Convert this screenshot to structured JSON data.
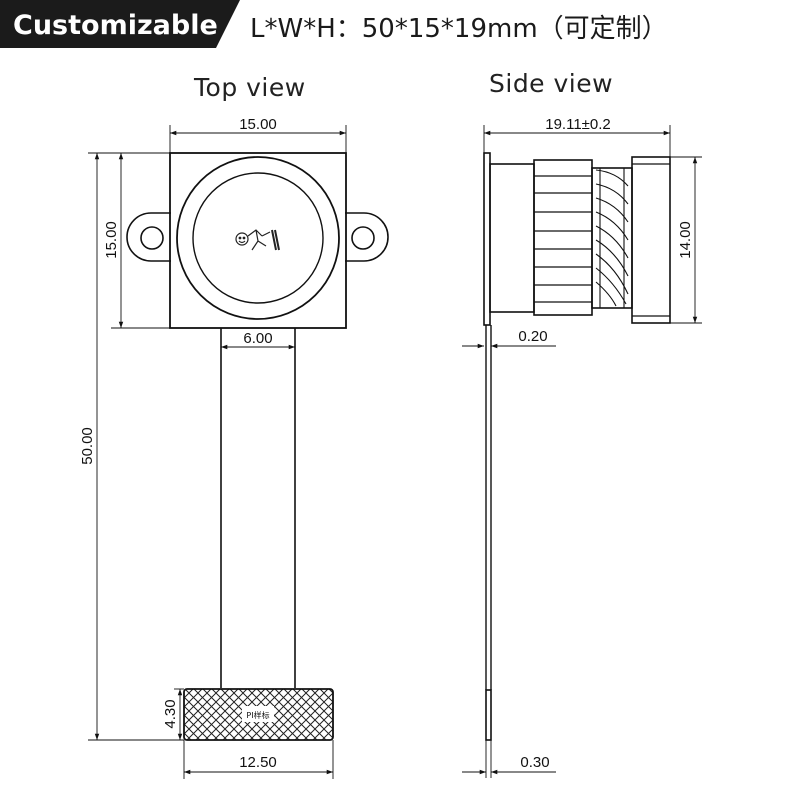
{
  "header": {
    "badge_label": "Customizable",
    "spec_text": "L*W*H：50*15*19mm（可定制）"
  },
  "top_view": {
    "title": "Top view",
    "dimensions": {
      "module_width": "15.00",
      "module_height": "15.00",
      "total_length": "50.00",
      "cable_width": "6.00",
      "connector_height": "4.30",
      "connector_width": "12.50"
    },
    "connector_label": "PI样标"
  },
  "side_view": {
    "title": "Side view",
    "dimensions": {
      "overall_depth": "19.11±0.2",
      "lens_height": "14.00",
      "board_thickness": "0.20",
      "cable_thickness": "0.30"
    }
  },
  "colors": {
    "banner_bg": "#1b1b1b",
    "line": "#111111",
    "background": "#ffffff"
  }
}
